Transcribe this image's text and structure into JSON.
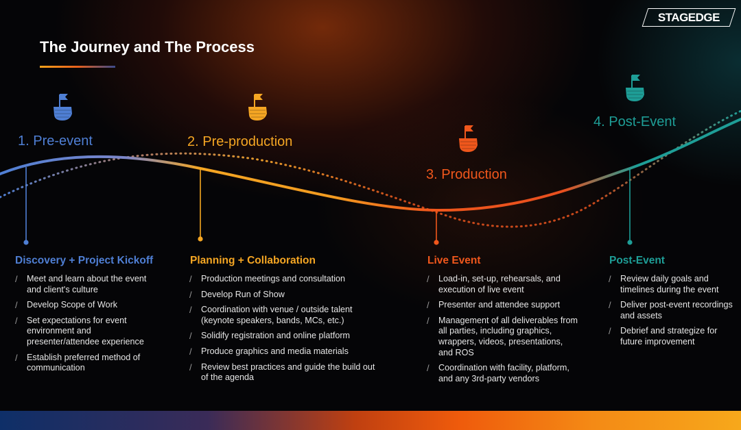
{
  "brand": {
    "logo_text": "STAGEDGE"
  },
  "title": "The Journey and The Process",
  "colors": {
    "blue": "#4f7fd4",
    "yellow": "#f5a623",
    "orange": "#f0571c",
    "teal": "#1e9e97"
  },
  "stages": [
    {
      "label": "1. Pre-event",
      "icon": "hand-flag-icon",
      "heading": "Discovery + Project Kickoff",
      "bullets": [
        "Meet and learn about the event and client's culture",
        "Develop Scope of Work",
        "Set expectations for event environment and presenter/attendee experience",
        "Establish preferred method of communication"
      ]
    },
    {
      "label": "2. Pre-production",
      "icon": "hand-flag-icon",
      "heading": "Planning + Collaboration",
      "bullets": [
        "Production meetings and consultation",
        "Develop Run of Show",
        "Coordination with venue / outside talent (keynote speakers, bands, MCs, etc.)",
        "Solidify registration and online platform",
        "Produce graphics and media materials",
        "Review best practices and guide the build out of the agenda"
      ]
    },
    {
      "label": "3. Production",
      "icon": "hand-flag-icon",
      "heading": "Live Event",
      "bullets": [
        "Load-in, set-up, rehearsals, and execution of live event",
        "Presenter and attendee support",
        "Management of all deliverables from all parties, including graphics, wrappers, videos, presentations, and ROS",
        "Coordination with facility, platform, and any 3rd-party vendors"
      ]
    },
    {
      "label": "4. Post-Event",
      "icon": "hand-flag-icon",
      "heading": "Post-Event",
      "bullets": [
        "Review daily goals and timelines during the event",
        "Deliver post-event recordings and assets",
        "Debrief and strategize for future improvement"
      ]
    }
  ]
}
